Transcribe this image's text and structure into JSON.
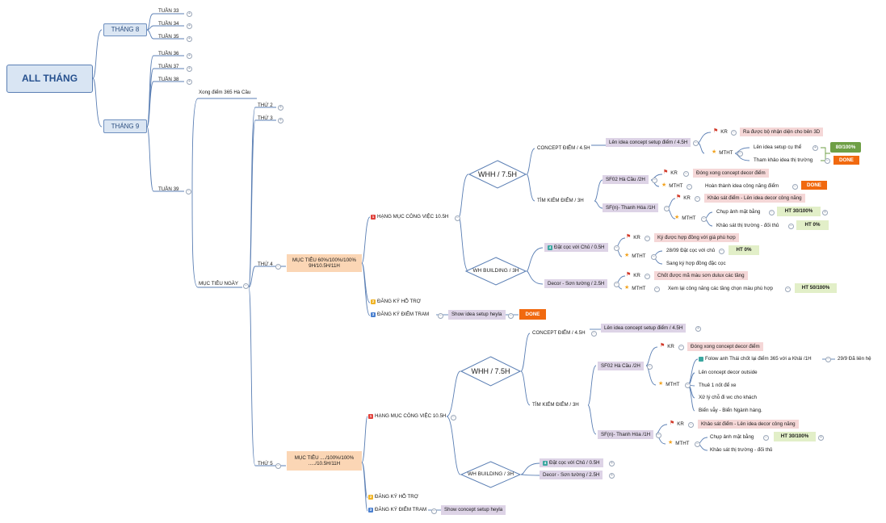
{
  "root": "ALL THÁNG",
  "months": [
    "THÁNG 8",
    "THÁNG 9"
  ],
  "weeks": {
    "m8": [
      "TUẦN 33",
      "TUẦN 34",
      "TUẦN 35"
    ],
    "m9": [
      "TUẦN 36",
      "TUẦN 37",
      "TUẦN 38"
    ],
    "w39": "TUẦN 39"
  },
  "w39": {
    "xong_diem": "Xong điểm 365 Hà Cầu",
    "thu2": "THỨ 2",
    "thu3": "THỨ 3",
    "muc_tieu_ngay": "MỤC TIÊU NGÀY"
  },
  "thu4": {
    "label": "THỨ 4",
    "goal_line1": "MỤC TIÊU 60%/100%/100%",
    "goal_line2": "9H/10.5H/11H",
    "hang_muc": "HẠNG MỤC CÔNG VIỆC 10.5H",
    "hang_muc_badge": "1",
    "whh": "WHH / 7.5H",
    "wh_building": "WH BUILDING / 3H",
    "concept_diem": "CONCEPT ĐIỂM / 4.5H",
    "len_idea": "Lên idea concept setup điểm / 4.5H",
    "kr": "KR",
    "mtht": "MTHT",
    "ra_duoc": "Ra được bộ nhận diện cho bên 3D",
    "len_idea_cu_the": "Lên idea setup cụ thể",
    "progress_80": "80/100%",
    "tham_khao": "Tham khảo idea thị trường",
    "done": "DONE",
    "tim_kiem": "TÌM KIẾM ĐIỂM / 3H",
    "sf02": "SF02 Hà Cầu /2H",
    "dong_xong": "Đóng xong concept decor điểm",
    "hoan_thanh": "Hoàn thành idea công năng điểm",
    "sfn": "SF(n)- Thanh Hóa /1H",
    "khao_sat_len_idea": "Khảo sát điểm - Lên idea decor công năng",
    "chup_anh": "Chụp ảnh mặt bằng",
    "ht30": "HT 30/100%",
    "khao_sat_tt": "Khảo sát thị trường - đối thủ",
    "ht0": "HT 0%",
    "dat_coc": "Đặt cọc với Chủ / 0.5H",
    "dat_coc_badge": "4",
    "ky_duoc": "Ký được hợp đồng với giá phù hợp",
    "dat_coc_2809": "28/09 Đặt cọc với chủ",
    "sang_ky": "Sang ký hợp đồng đặc cọc",
    "decor_son": "Decor - Sơn tường / 2.5H",
    "chot_duoc": "Chốt được mã màu sơn dulux các tầng",
    "xem_lai": "Xem lại công năng các tầng chọn màu phù hợp",
    "ht50": "HT 50/100%",
    "dang_ky_ho_tro": "ĐĂNG KÝ HỖ TRỢ",
    "dang_ky_ho_tro_badge": "2",
    "dang_ky_diem_tram": "ĐĂNG KÝ ĐIỂM TRAM",
    "dang_ky_diem_tram_badge": "3",
    "show_idea": "Show idea setup heyla"
  },
  "thu5": {
    "label": "THỨ 5",
    "goal_line1": "MỤC TIÊU ..../100%/100%",
    "goal_line2": "...../10.5H/11H",
    "hang_muc": "HẠNG MỤC CÔNG VIỆC 10.5H",
    "whh": "WHH / 7.5H",
    "wh_building": "WH BUILDING / 3H",
    "concept_diem": "CONCEPT ĐIỂM / 4.5H",
    "len_idea": "Lên idea concept setup điểm / 4.5H",
    "tim_kiem": "TÌM KIẾM ĐIỂM / 3H",
    "sf02": "SF02 Hà Cầu /2H",
    "dong_xong": "Đóng xong concept decor điểm",
    "folow": "Folow  anh Thái chốt lại điểm 365 với a Khải /1H",
    "ngay_29": "29/9 Đã liên hệ",
    "len_concept_outside": "Lên concept decor outside",
    "thue_not": "Thuê 1 nốt để xe",
    "xu_ly": "Xử lý chỗ đi wc cho khách",
    "bien_vay": "Biển vẫy - Biển Ngành hàng.",
    "sfn": "SF(n)- Thanh Hóa /1H",
    "khao_sat_len_idea": "Khảo sát điểm - Lên idea decor công năng",
    "chup_anh": "Chụp ảnh mặt bằng",
    "ht30": "HT 30/100%",
    "khao_sat_tt": "Khảo sát thị trường - đối thủ",
    "dat_coc": "Đặt cọc với Chủ / 0.5H",
    "decor_son": "Decor - Sơn tường / 2.5H",
    "dang_ky_ho_tro": "ĐĂNG KÝ HỖ TRỢ",
    "dang_ky_diem_tram": "ĐĂNG KÝ ĐIỂM TRAM",
    "show_concept": "Show concept setup heyla"
  },
  "colors": {
    "line": "#5b7fb4",
    "done": "#f1690f",
    "progress_green": "#6e9f45",
    "light_green": "#e2efc8",
    "mauve": "#ddd3e6",
    "pink": "#f5d7d7",
    "peach": "#fbd6b5"
  }
}
